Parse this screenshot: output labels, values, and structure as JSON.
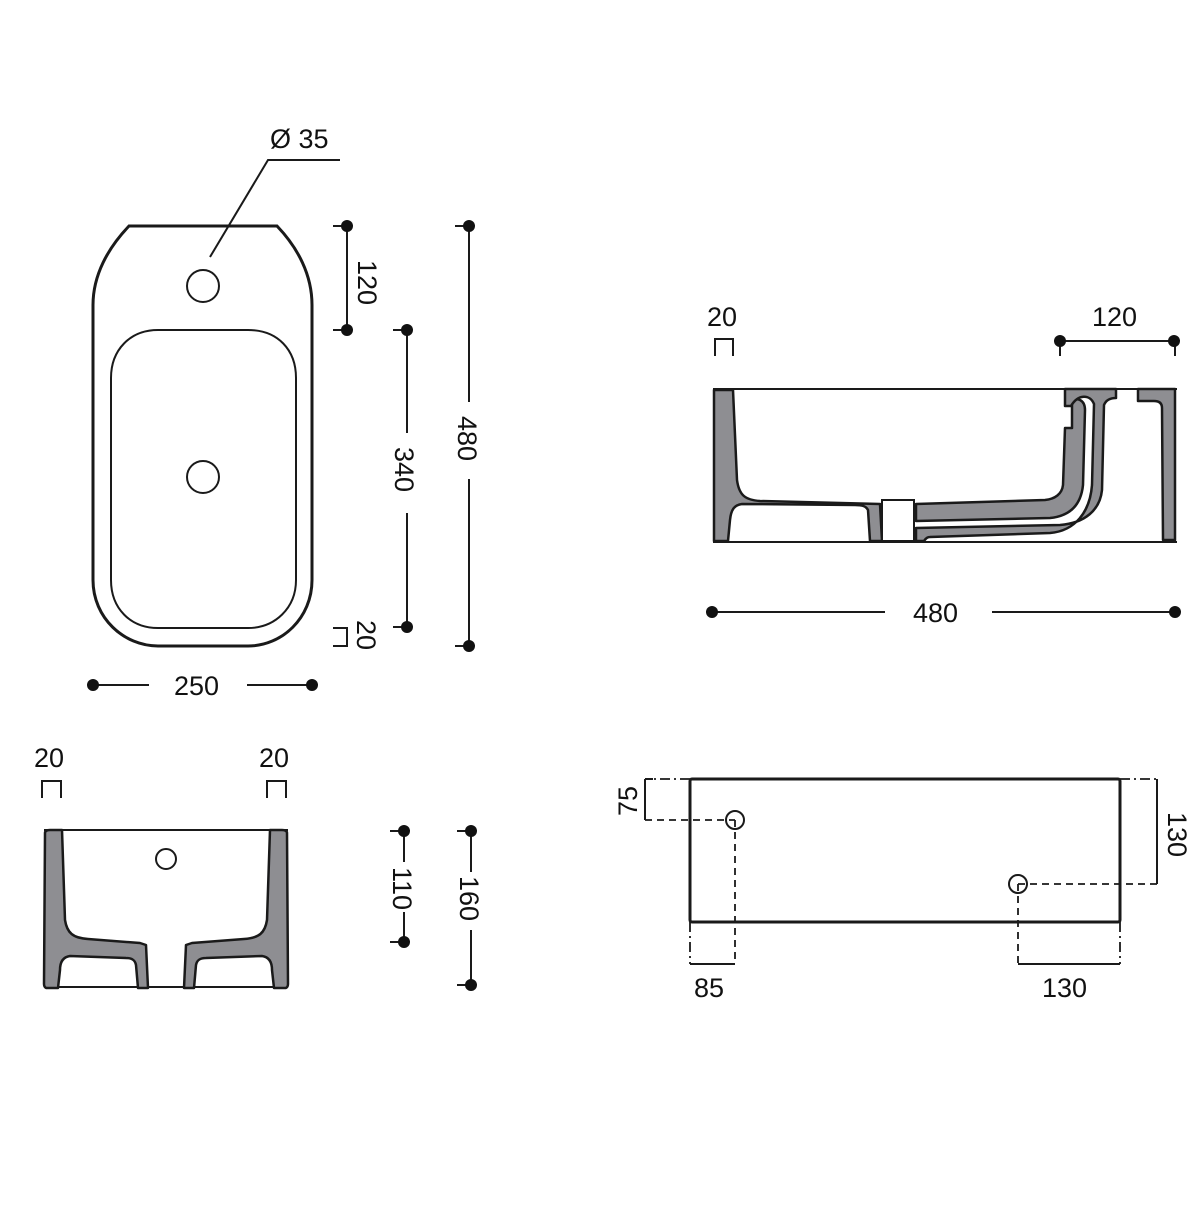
{
  "drawing": {
    "subject": "Washbasin technical dimension drawing",
    "colors": {
      "line": "#1a1a1a",
      "section_fill": "#8e8e92",
      "background": "#ffffff"
    },
    "views": {
      "top_view": {
        "tap_hole_label": "Ø 35",
        "dim_tap_to_basin": "120",
        "dim_basin_length": "340",
        "dim_total_length": "480",
        "dim_rim": "20",
        "dim_width": "250"
      },
      "long_section": {
        "dim_wall": "20",
        "dim_right_deck": "120",
        "dim_length": "480"
      },
      "cross_section": {
        "dim_wall_left": "20",
        "dim_wall_right": "20",
        "dim_inner_depth": "110",
        "dim_height": "160"
      },
      "rear_view": {
        "dim_hole1_from_top": "75",
        "dim_hole2_from_top": "130",
        "dim_hole1_from_left": "85",
        "dim_hole2_from_right": "130"
      }
    }
  }
}
